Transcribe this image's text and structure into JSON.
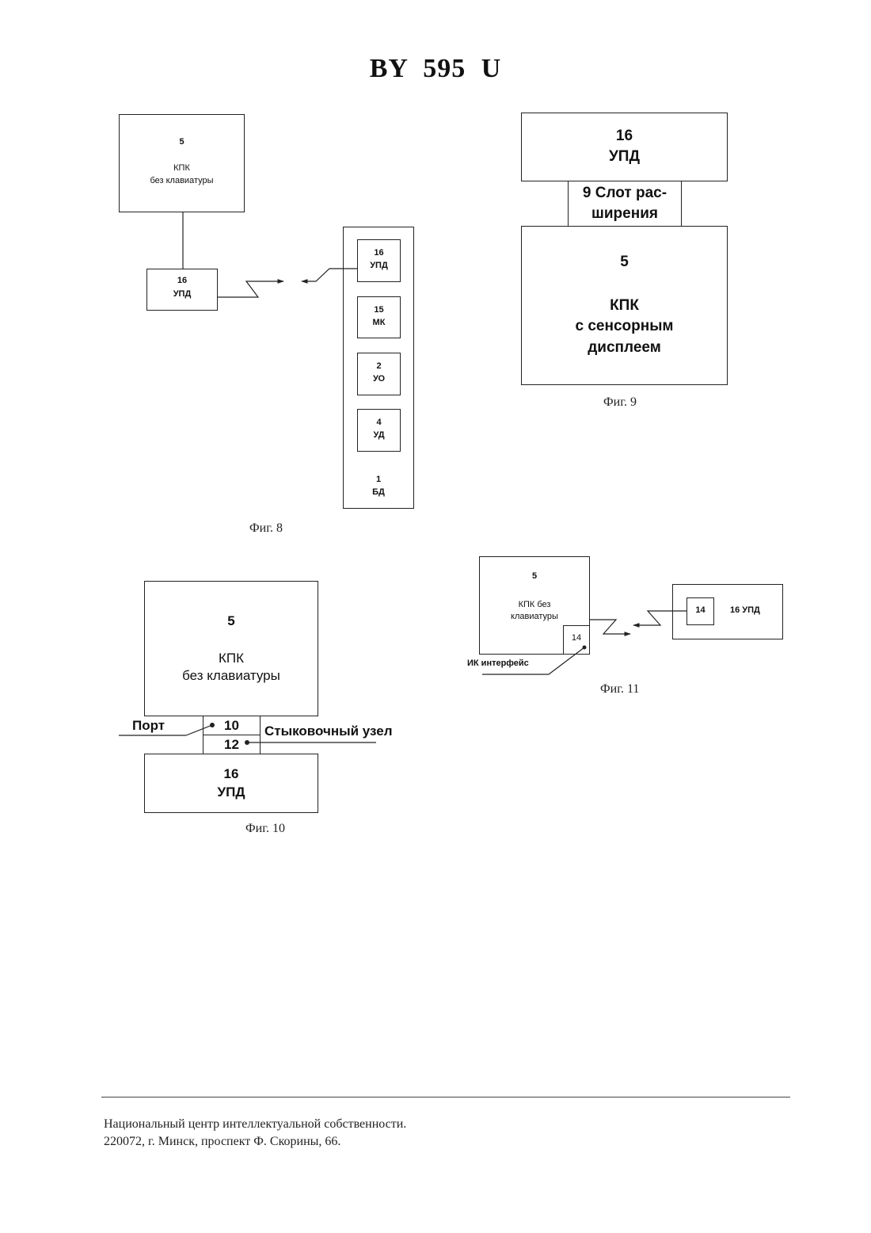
{
  "header": {
    "title": "BY  595  U"
  },
  "fig8": {
    "kpk": {
      "num": "5",
      "line1": "КПК",
      "line2": "без клавиатуры"
    },
    "upd_left": {
      "num": "16",
      "name": "УПД"
    },
    "upd_right": {
      "num": "16",
      "name": "УПД"
    },
    "mk": {
      "num": "15",
      "name": "МК"
    },
    "uo": {
      "num": "2",
      "name": "УО"
    },
    "ud": {
      "num": "4",
      "name": "УД"
    },
    "bd": {
      "num": "1",
      "name": "БД"
    },
    "caption": "Фиг. 8"
  },
  "fig9": {
    "upd": {
      "num": "16",
      "name": "УПД"
    },
    "slot": {
      "line1": "9 Слот рас-",
      "line2": "ширения"
    },
    "kpk": {
      "num": "5",
      "line1": "КПК",
      "line2": "с сенсорным",
      "line3": "дисплеем"
    },
    "caption": "Фиг. 9"
  },
  "fig10": {
    "kpk": {
      "num": "5",
      "line1": "КПК",
      "line2": "без клавиатуры"
    },
    "port_label": "Порт",
    "port_num": "10",
    "dock_num": "12",
    "dock_label": "Стыковочный узел",
    "upd": {
      "num": "16",
      "name": "УПД"
    },
    "caption": "Фиг. 10"
  },
  "fig11": {
    "kpk": {
      "num": "5",
      "line1": "КПК без",
      "line2": "клавиатуры"
    },
    "ir_left": "14",
    "ir_right": "14",
    "upd_label": "16 УПД",
    "ir_label": "ИК интерфейс",
    "caption": "Фиг. 11"
  },
  "footer": {
    "line1": "Национальный центр интеллектуальной собственности.",
    "line2": "220072, г. Минск, проспект Ф. Скорины, 66."
  }
}
